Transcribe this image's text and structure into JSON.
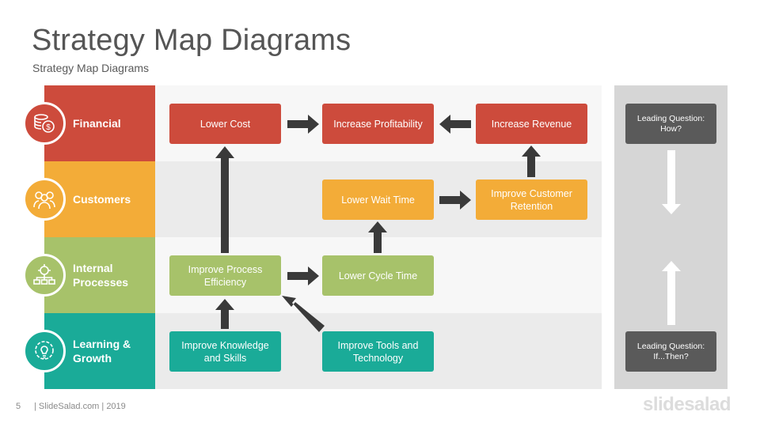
{
  "header": {
    "title": "Strategy Map Diagrams",
    "subtitle": "Strategy Map Diagrams"
  },
  "perspectives": [
    {
      "label": "Financial",
      "color": "#cd4b3c",
      "icon": "money-coins-icon"
    },
    {
      "label": "Customers",
      "color": "#f3ac38",
      "icon": "customers-group-icon"
    },
    {
      "label": "Internal Processes",
      "color": "#a7c26a",
      "icon": "process-gear-icon"
    },
    {
      "label": "Learning & Growth",
      "color": "#1aab98",
      "icon": "lightbulb-gear-icon"
    }
  ],
  "objectives": {
    "lower_cost": "Lower Cost",
    "increase_profitability": "Increase Profitability",
    "increase_revenue": "Increase Revenue",
    "lower_wait_time": "Lower Wait Time",
    "improve_customer_retention": "Improve Customer Retention",
    "improve_process_efficiency": "Improve Process Efficiency",
    "lower_cycle_time": "Lower Cycle Time",
    "improve_knowledge_skills": "Improve Knowledge and Skills",
    "improve_tools_technology": "Improve Tools and Technology"
  },
  "leading_questions": {
    "top": "Leading Question: How?",
    "bottom": "Leading Question: If...Then?"
  },
  "footer": {
    "page_number": "5",
    "credit": "| SlideSalad.com | 2019",
    "logo": "slidesalad"
  },
  "colors": {
    "financial": "#cd4b3c",
    "customers": "#f3ac38",
    "internal": "#a7c26a",
    "learning": "#1aab98",
    "arrow": "#3a3a3a",
    "question_box": "#5a5a5a"
  }
}
